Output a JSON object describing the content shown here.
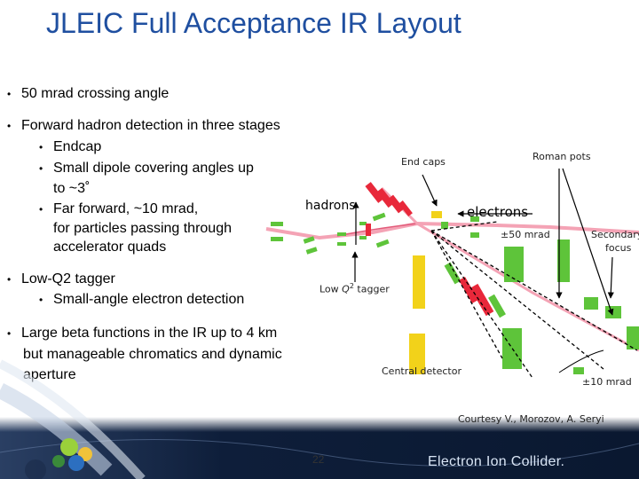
{
  "title": "JLEIC Full Acceptance IR Layout",
  "bullets": {
    "b1": "50 mrad crossing angle",
    "b2": "Forward hadron detection in three stages",
    "b2_s1": "Endcap",
    "b2_s2_l1": "Small dipole covering angles up",
    "b2_s2_l2": "to ~3˚",
    "b2_s3_l1": "Far forward, ~10 mrad,",
    "b2_s3_l2": "for particles passing through",
    "b2_s3_l3": "accelerator quads",
    "b3": "Low-Q2 tagger",
    "b3_s1": "Small-angle electron detection",
    "b4_l1": "Large beta functions in the IR up to 4 km",
    "b4_l2": "but manageable chromatics and dynamic",
    "b4_l3": "aperture",
    "bullet_char": "•"
  },
  "diagram": {
    "end_caps": "End caps",
    "roman_pots": "Roman pots",
    "hadrons": "hadrons",
    "electrons": "electrons",
    "pm50": "±50 mrad",
    "secondary_l1": "Secondary",
    "secondary_l2": "focus",
    "low_q2_prefix": "Low ",
    "low_q2_q": "Q",
    "low_q2_sup": "2",
    "low_q2_suffix": " tagger",
    "central_detector": "Central detector",
    "pm10": "±10 mrad",
    "courtesy": "Courtesy V.,  Morozov, A. Seryi"
  },
  "footer": {
    "page_number": "22",
    "brand": "Electron Ion Collider."
  },
  "colors": {
    "title": "#1f4fa0",
    "magnet_green": "#5ec43a",
    "magnet_red": "#e8283a",
    "detector_yellow": "#f2d21a",
    "beam_pink": "#f4a3b5",
    "footer_dark": "#0d1f3c"
  }
}
